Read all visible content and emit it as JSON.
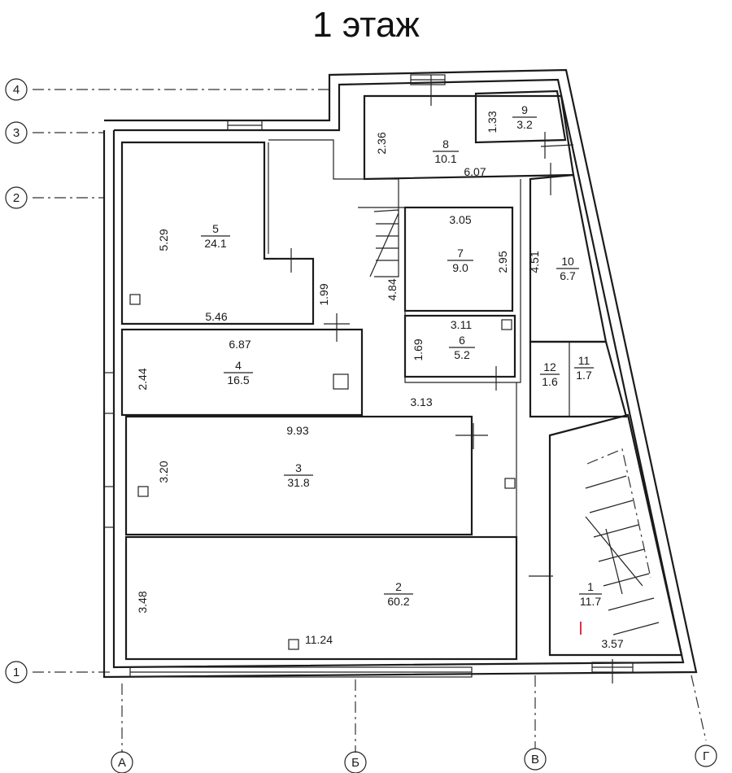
{
  "title": "1 этаж",
  "axes": {
    "rows": [
      "4",
      "3",
      "2",
      "1"
    ],
    "cols": [
      "А",
      "Б",
      "В",
      "Г"
    ]
  },
  "rooms": [
    {
      "num": "1",
      "area": "11.7"
    },
    {
      "num": "2",
      "area": "60.2"
    },
    {
      "num": "3",
      "area": "31.8"
    },
    {
      "num": "4",
      "area": "16.5"
    },
    {
      "num": "5",
      "area": "24.1"
    },
    {
      "num": "6",
      "area": "5.2"
    },
    {
      "num": "7",
      "area": "9.0"
    },
    {
      "num": "8",
      "area": "10.1"
    },
    {
      "num": "9",
      "area": "3.2"
    },
    {
      "num": "10",
      "area": "6.7"
    },
    {
      "num": "11",
      "area": "1.7"
    },
    {
      "num": "12",
      "area": "1.6"
    }
  ],
  "dims": [
    "2.36",
    "6.07",
    "1.33",
    "5.29",
    "5.46",
    "1.99",
    "3.05",
    "2.95",
    "4.84",
    "4.51",
    "6.87",
    "2.44",
    "3.11",
    "1.69",
    "3.13",
    "9.93",
    "3.20",
    "3.48",
    "11.24",
    "3.57"
  ],
  "colors": {
    "line": "#1b1b1b",
    "marker": "#e0304a"
  }
}
